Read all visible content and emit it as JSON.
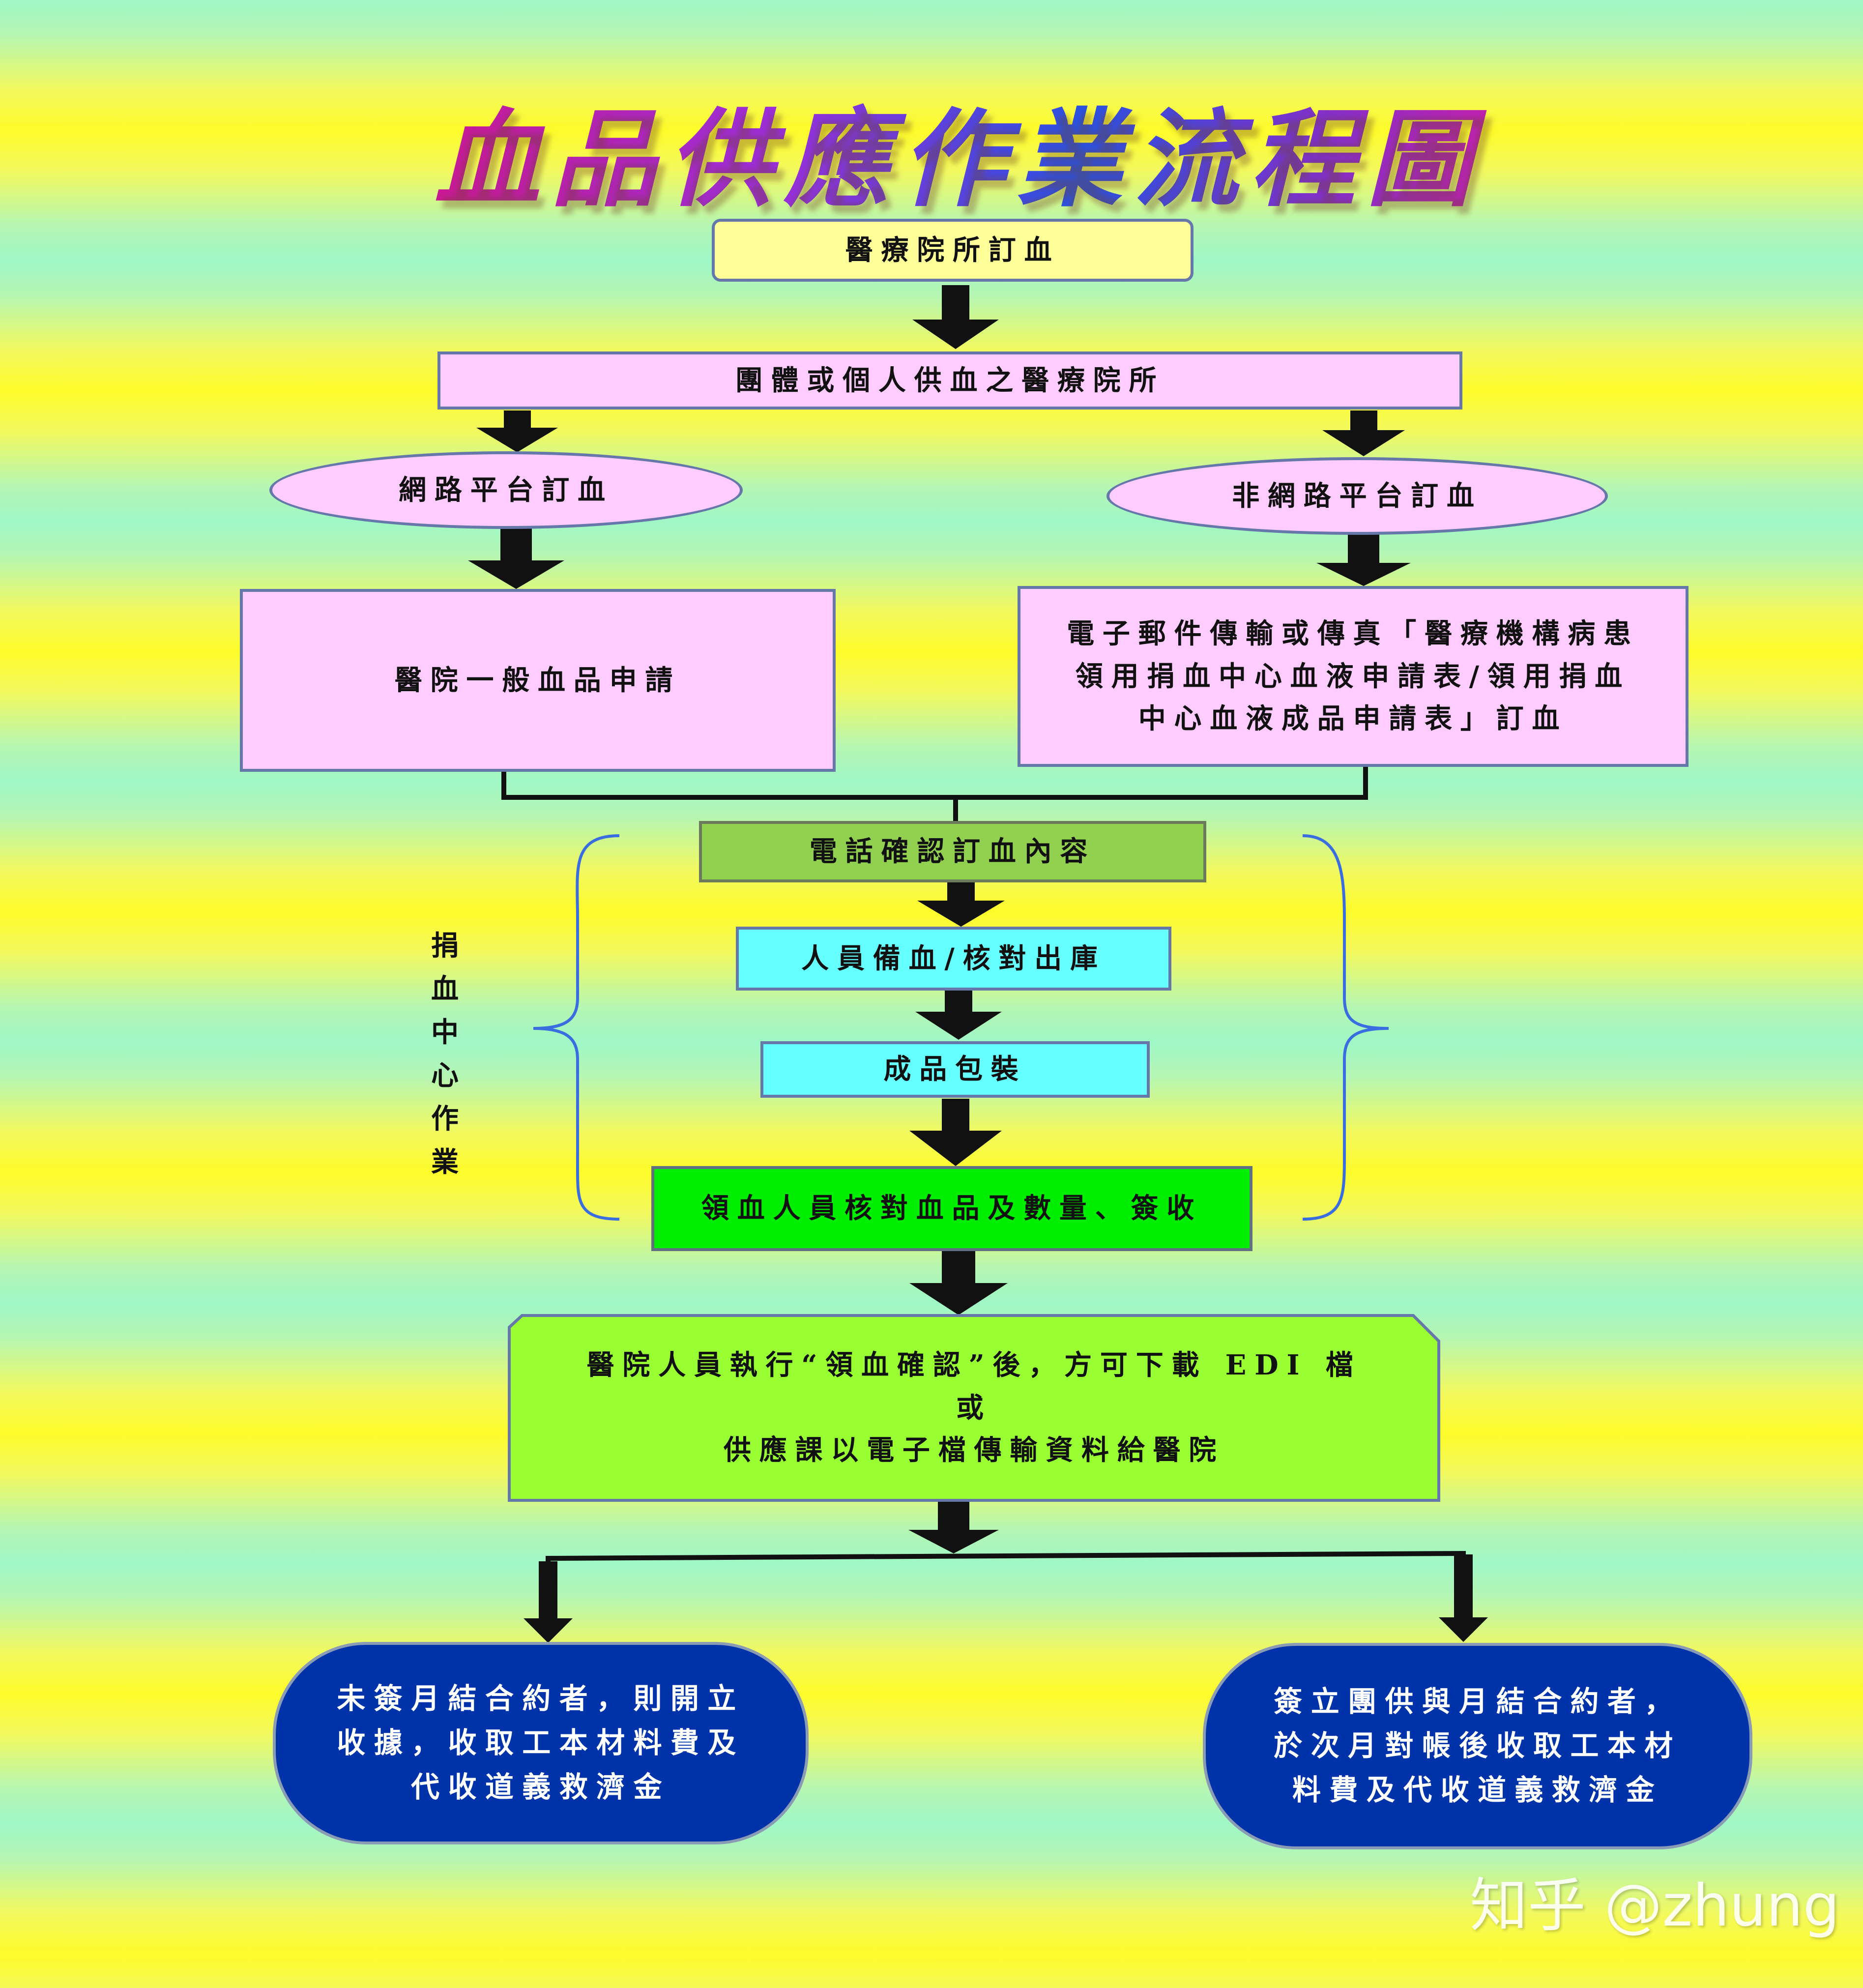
{
  "title": "血品供應作業流程圖",
  "nodes": {
    "hospital_order": "醫療院所訂血",
    "supply_hospital": "團體或個人供血之醫療院所",
    "online_order": "網路平台訂血",
    "offline_order": "非網路平台訂血",
    "general_request": "醫院一般血品申請",
    "email_fax_lines": [
      "電子郵件傳輸或傳真「醫療機構病患",
      "領用捐血中心血液申請表/領用捐血",
      "中心血液成品申請表」訂血"
    ],
    "phone_confirm": "電話確認訂血內容",
    "prepare_check": "人員備血/核對出庫",
    "packaging": "成品包裝",
    "receiver_check": "領血人員核對血品及數量、簽收",
    "edi_lines": [
      "醫院人員執行“領血確認”後，方可下載 EDI 檔",
      "或",
      "供應課以電子檔傳輸資料給醫院"
    ],
    "no_contract_lines": [
      "未簽月結合約者，則開立",
      "收據，收取工本材料費及",
      "代收道義救濟金"
    ],
    "contract_lines": [
      "簽立團供與月結合約者，",
      "於次月對帳後收取工本材",
      "料費及代收道義救濟金"
    ]
  },
  "side_label_chars": [
    "捐",
    "血",
    "中",
    "心",
    "作",
    "業"
  ],
  "watermark": "知乎 @zhung",
  "colors": {
    "arrow": "#111111",
    "brace": "#3a6ee0",
    "connector": "#111111"
  }
}
